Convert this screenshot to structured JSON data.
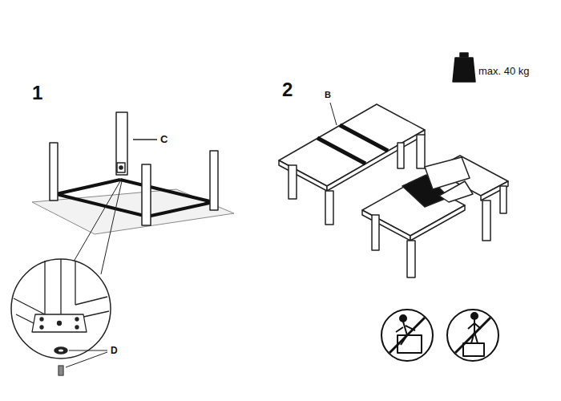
{
  "diagram": {
    "labels": [
      "1",
      "2",
      "C",
      "B",
      "D",
      "max. 40 kg"
    ]
  }
}
